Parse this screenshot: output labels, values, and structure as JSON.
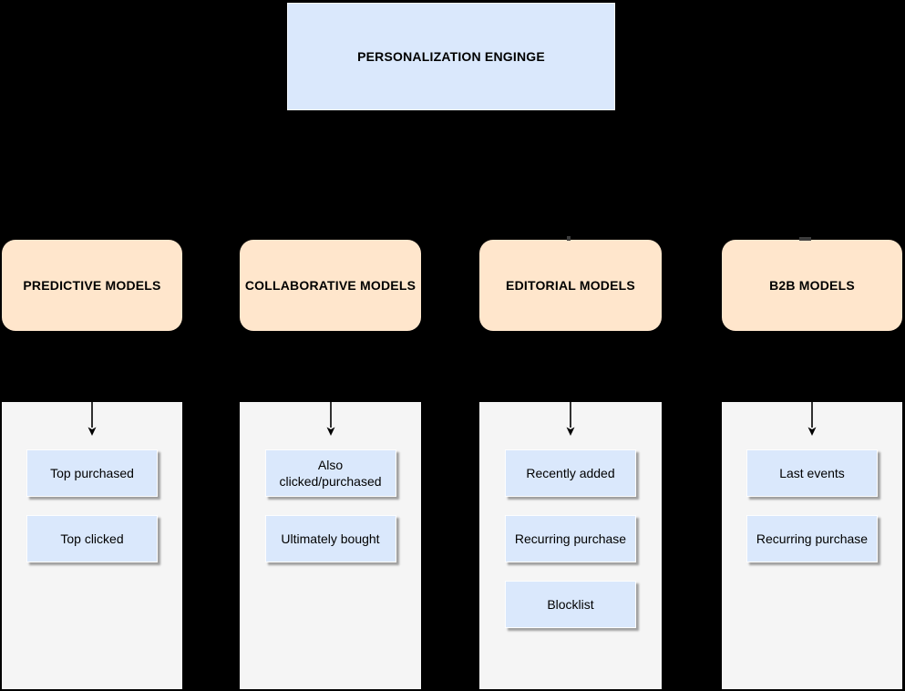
{
  "colors": {
    "background": "#000000",
    "root_fill": "#dae8fc",
    "category_fill": "#ffe6cc",
    "item_fill": "#dae8fc",
    "panel_fill": "#f5f5f5",
    "arrow_color": "#000000",
    "text_color": "#000000"
  },
  "root": {
    "label": "PERSONALIZATION ENGINGE"
  },
  "categories": [
    {
      "label": "PREDICTIVE MODELS",
      "items": [
        "Top purchased",
        "Top clicked"
      ]
    },
    {
      "label": "COLLABORATIVE MODELS",
      "items": [
        "Also clicked/purchased",
        "Ultimately bought"
      ]
    },
    {
      "label": "EDITORIAL MODELS",
      "items": [
        "Recently added",
        "Recurring purchase",
        "Blocklist"
      ]
    },
    {
      "label": "B2B MODELS",
      "items": [
        "Last events",
        "Recurring purchase"
      ]
    }
  ]
}
